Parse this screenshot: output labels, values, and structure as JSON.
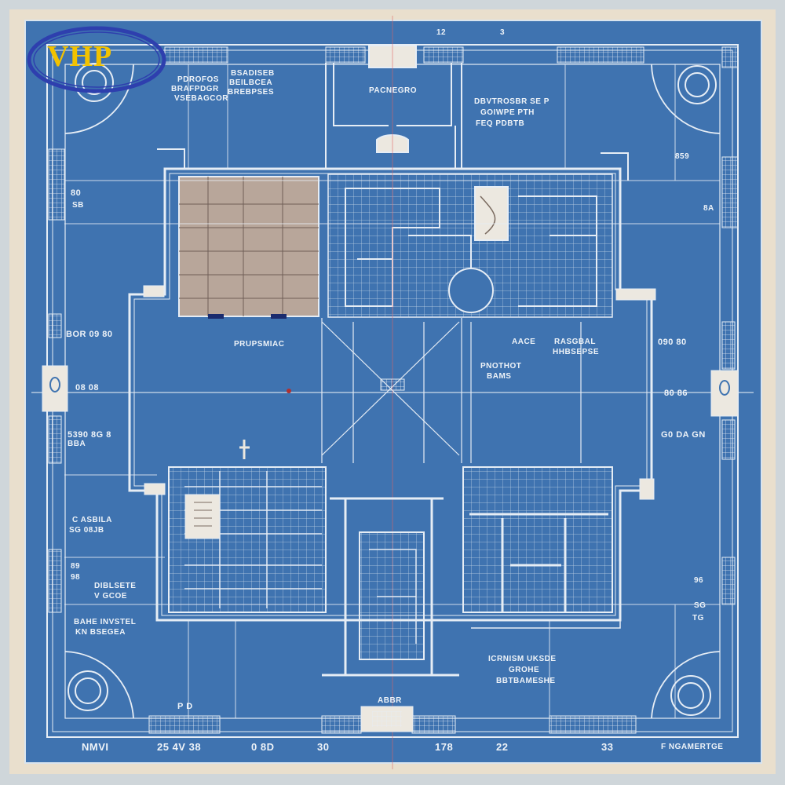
{
  "logo": {
    "text": "VHP",
    "tagline": ""
  },
  "colors": {
    "paper": "#e9dfcd",
    "blueprint": "#3f73b0",
    "line": "#e6edf5",
    "logo_ring": "#2e3fae",
    "logo_text": "#f2c200"
  },
  "labels": {
    "top_num_a": "12",
    "top_num_b": "3",
    "room_top_left_1": "PDROFOS",
    "room_top_left_2": "BRAFPDGR",
    "room_top_left_3": "VSEBAGCOR",
    "room_top_mid_1": "BSADISEB",
    "room_top_mid_2": "BEILBCEA",
    "room_top_mid_3": "BREBPSES",
    "room_top_center": "PACNEGRO",
    "room_top_right_1": "DBVTROSBR SE P",
    "room_top_right_2": "GOIWPE PTH",
    "room_top_right_3": "FEQ PDBTB",
    "left_mid": "BOR  09 80",
    "center_hall": "PRUPSMIAC",
    "center_right_1": "AACE",
    "center_right_2": "RASGBAL",
    "center_right_3": "HHBSEPSE",
    "center_right_4": "PNOTHOT",
    "center_right_5": "BAMS",
    "right_mid": "090 80",
    "left_lower": "5390 8G 8",
    "left_lower_2": "BBA",
    "right_lower": "G0 DA GN",
    "cabila_1": "C ASBILA",
    "cabila_2": "SG 08JB",
    "diblsete_1": "DIBLSETE",
    "diblsete_2": "V GCOE",
    "left_bottom_1": "BAHE INVSTEL",
    "left_bottom_2": "KN BSEGEA",
    "right_bottom_1": "ICRNISM UKSDE",
    "right_bottom_2": "GROHE",
    "right_bottom_3": "BBTBAMESHE",
    "bottom_center": "ABBR",
    "pd": "P  D",
    "bottom_row_1": "NMVI",
    "bottom_row_2": "25  4V  38",
    "bottom_row_3": "0  8D",
    "bottom_row_4": "30",
    "bottom_row_5": "178",
    "bottom_row_6": "22",
    "bottom_row_7": "33",
    "bottom_row_8": "F NGAMERTGE",
    "right_side_1": "859",
    "right_side_2": "8A",
    "left_side_1": "80",
    "left_side_2": "SB",
    "mid_left": "08  08",
    "mid_right": "80  86",
    "right_low_1": "96",
    "right_low_2": "SG",
    "right_low_3": "TG",
    "right_low_4": "89",
    "right_low_5": "98"
  }
}
